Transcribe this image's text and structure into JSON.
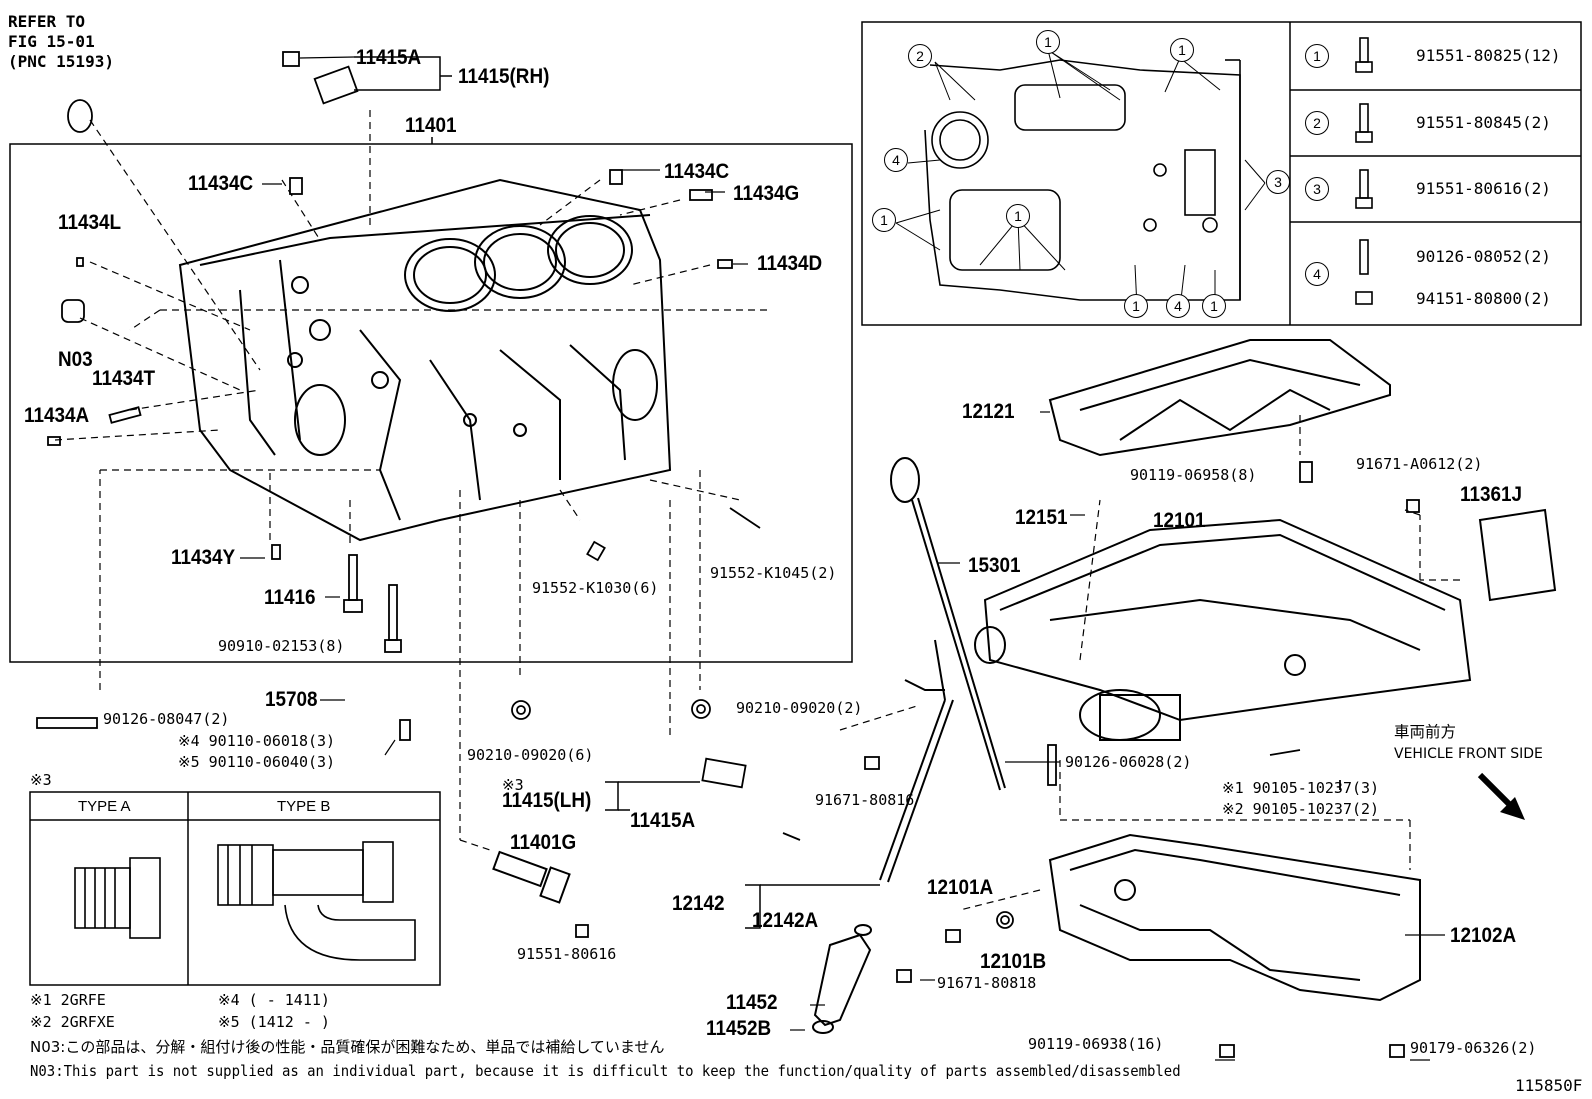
{
  "reference": {
    "line1": "REFER TO",
    "line2": "FIG 15-01",
    "line3": "(PNC 15193)"
  },
  "labels": {
    "p11415A_top": "11415A",
    "p11415RH": "11415(RH)",
    "p11401": "11401",
    "p11434C_left": "11434C",
    "p11434C_right": "11434C",
    "p11434G": "11434G",
    "p11434L": "11434L",
    "p11434D": "11434D",
    "pN03": "N03",
    "p11434T": "11434T",
    "p11434A": "11434A",
    "p11434Y": "11434Y",
    "p11416": "11416",
    "p90910": "90910-02153(8)",
    "p91552_1030": "91552-K1030(6)",
    "p91552_1045": "91552-K1045(2)",
    "p15708": "15708",
    "p90126_08047": "90126-08047(2)",
    "p90110_a": "※4 90110-06018(3)",
    "p90110_b": "※5 90110-06040(3)",
    "p90210_left": "90210-09020(6)",
    "p90210_right": "90210-09020(2)",
    "p11415LH_note": "※3",
    "p11415LH": "11415(LH)",
    "p11415A_bottom": "11415A",
    "p11401G": "11401G",
    "p91551_80616": "91551-80616",
    "p12121": "12121",
    "p90119_06958": "90119-06958(8)",
    "p91671_A0612": "91671-A0612(2)",
    "p11361J": "11361J",
    "p12151": "12151",
    "p12101": "12101",
    "p15301": "15301",
    "p91671_80816": "91671-80816",
    "p90126_06028": "90126-06028(2)",
    "p90105_a": "※1 90105-10237(3)",
    "p90105_b": "※2 90105-10237(2)",
    "p12142": "12142",
    "p12142A": "12142A",
    "p12101A": "12101A",
    "p12101B": "12101B",
    "p91671_80818": "91671-80818",
    "p12102A": "12102A",
    "p11452": "11452",
    "p11452B": "11452B",
    "p90119_06938": "90119-06938(16)",
    "p90179_06326": "90179-06326(2)"
  },
  "front": {
    "jp": "車両前方",
    "en": "VEHICLE FRONT SIDE"
  },
  "bolt_table": {
    "rows": [
      {
        "num": "1",
        "part": "91551-80825(12)"
      },
      {
        "num": "2",
        "part": "91551-80845(2)"
      },
      {
        "num": "3",
        "part": "91551-80616(2)"
      },
      {
        "num": "4",
        "part": "90126-08052(2)",
        "part2": "94151-80800(2)"
      }
    ]
  },
  "type_table": {
    "ref": "※3",
    "col_a": "TYPE A",
    "col_b": "TYPE B"
  },
  "footnotes": {
    "f1": "※1 2GRFE",
    "f2": "※2 2GRFXE",
    "f4": "※4 (       - 1411)",
    "f5": "※5 (1412 -       )",
    "n03_jp": "N03:この部品は、分解・組付け後の性能・品質確保が困難なため、単品では補給していません",
    "n03_en": "N03:This part is not supplied as an individual part, because it is difficult to keep the function/quality of parts assembled/disassembled"
  },
  "figure_id": "115850F"
}
